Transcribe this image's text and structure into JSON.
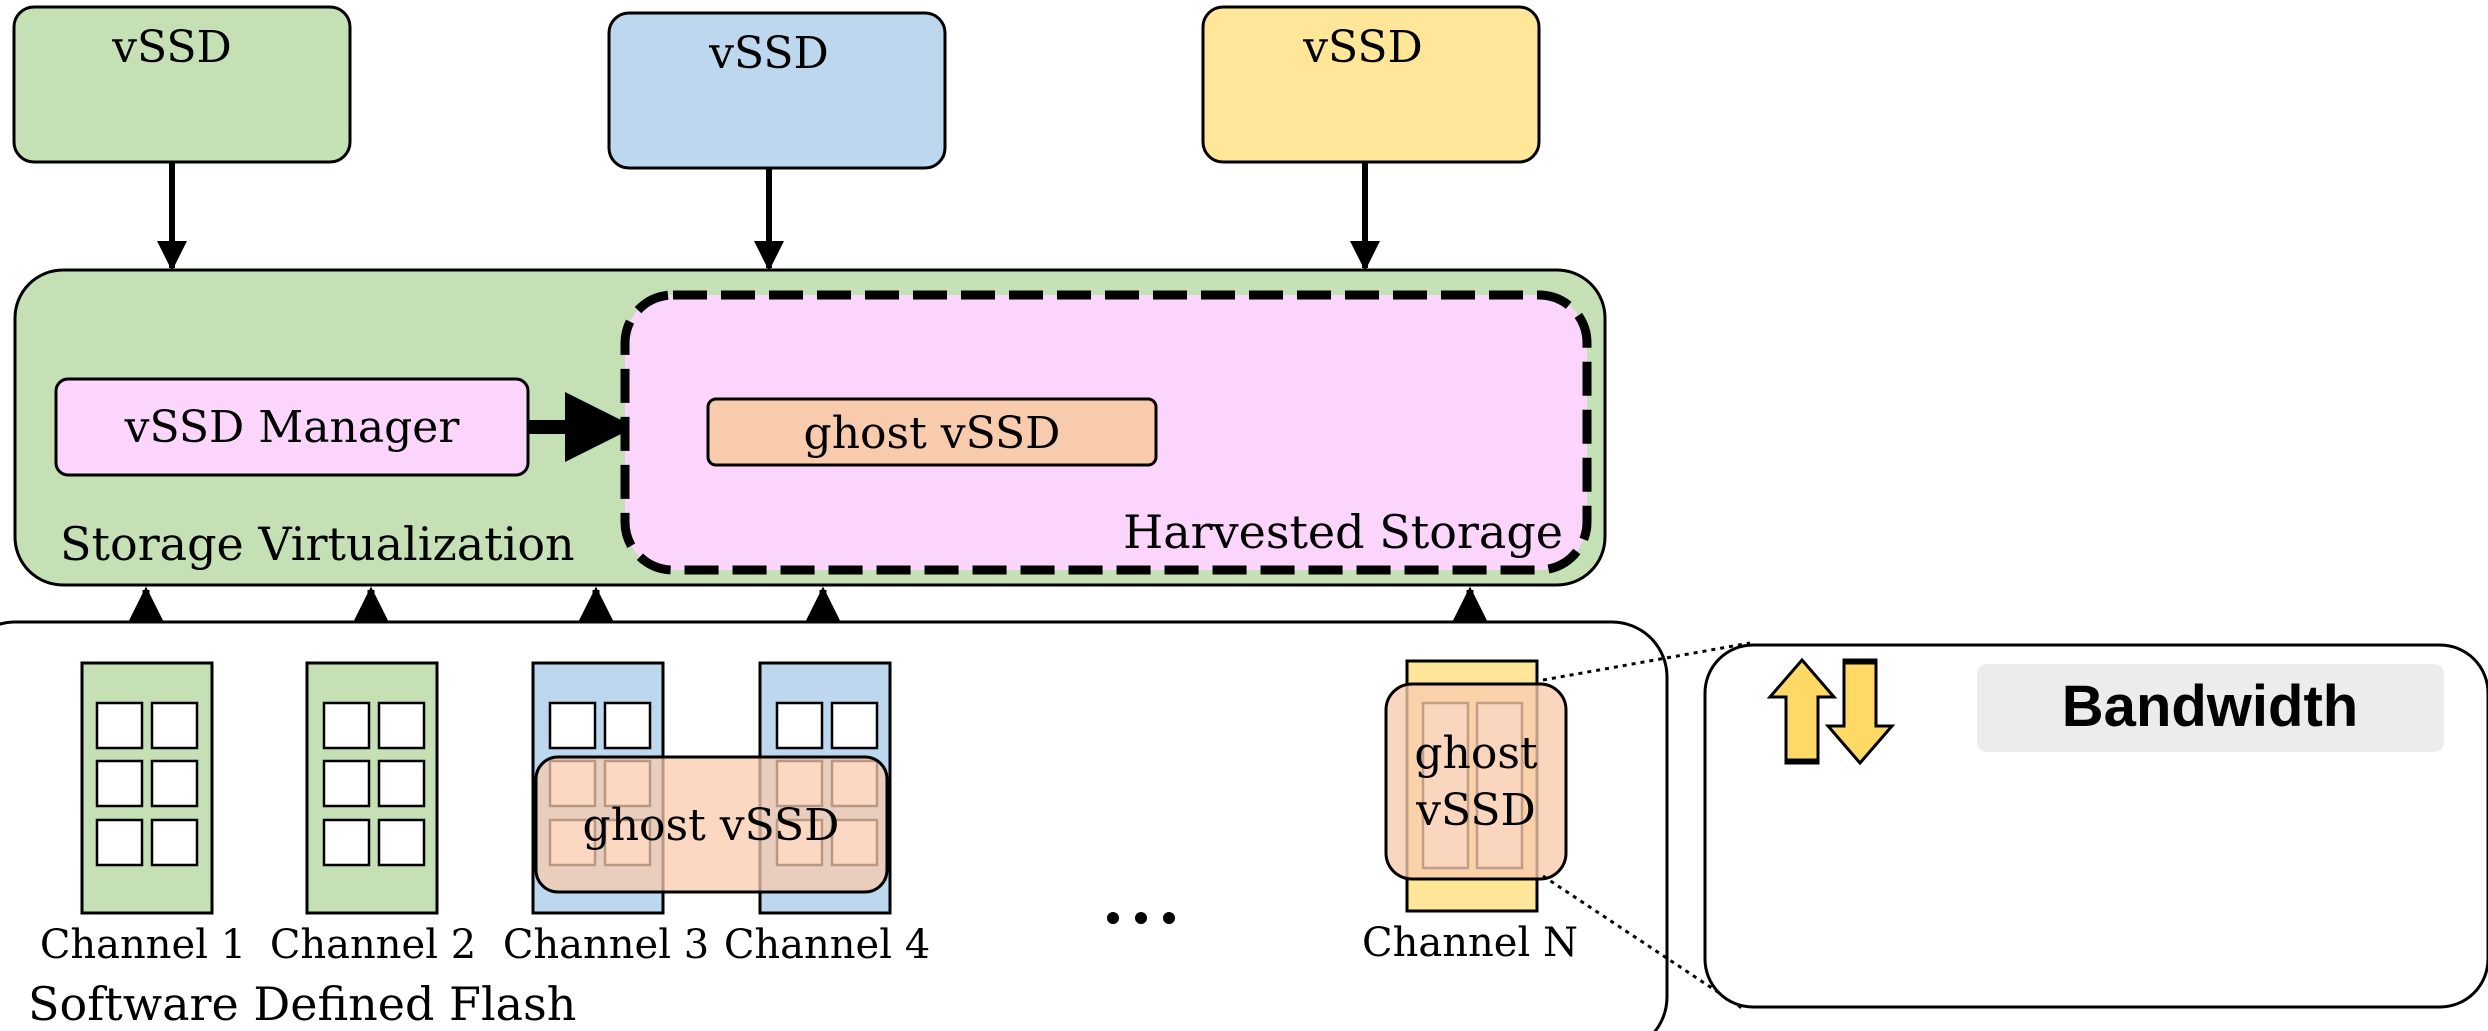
{
  "vssd_boxes": [
    {
      "label": "vSSD",
      "color": "#c5e0b4"
    },
    {
      "label": "vSSD",
      "color": "#bdd7ee"
    },
    {
      "label": "vSSD",
      "color": "#ffe699"
    }
  ],
  "storage_virtualization": {
    "label": "Storage Virtualization",
    "manager_label": "vSSD Manager",
    "harvested_label": "Harvested Storage",
    "ghost_label": "ghost vSSD"
  },
  "flash": {
    "label": "Software Defined Flash",
    "channels": [
      "Channel 1",
      "Channel 2",
      "Channel 3",
      "Channel 4",
      "Channel N"
    ],
    "ellipsis": "...",
    "ghost_mid_label": "ghost vSSD",
    "ghost_right_label_1": "ghost",
    "ghost_right_label_2": "vSSD"
  },
  "bandwidth": {
    "label": "Bandwidth"
  },
  "colors": {
    "green": "#c5e0b4",
    "blue": "#bdd7ee",
    "yellow": "#ffe699",
    "pink": "#fcd5fc",
    "orange": "#f8cbad",
    "gray": "#ececec"
  }
}
